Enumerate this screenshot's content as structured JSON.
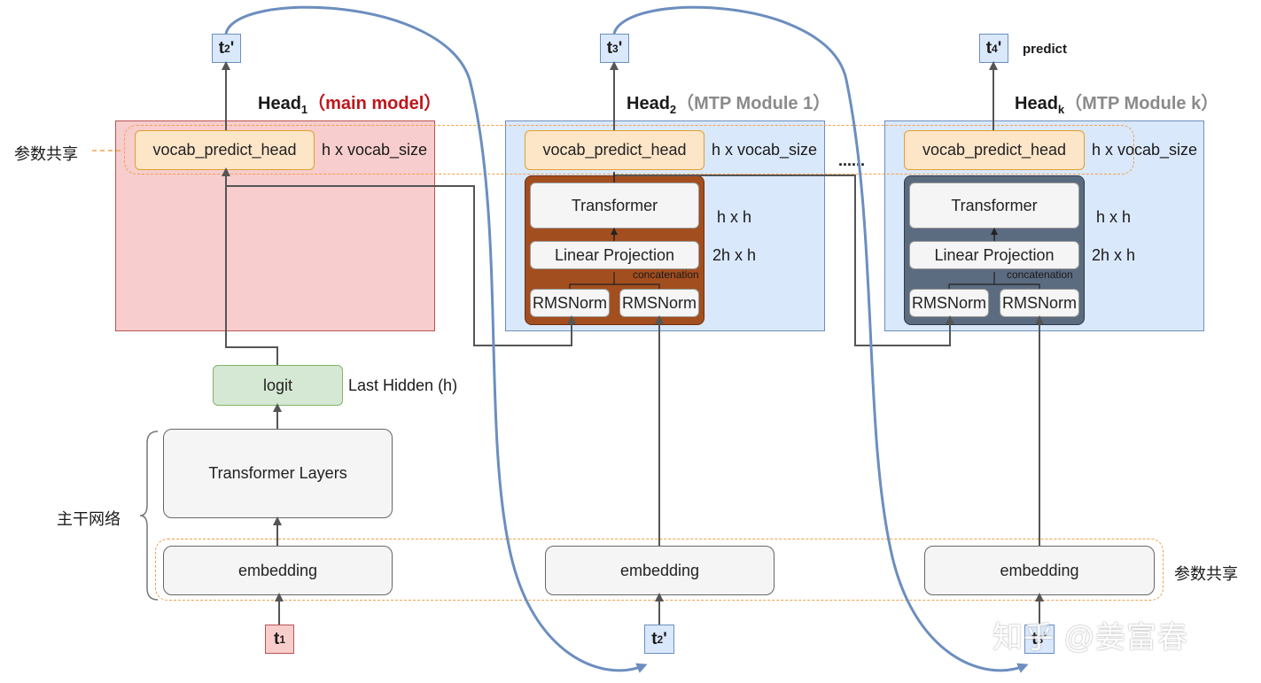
{
  "heads": [
    {
      "title": "Head",
      "sub": "1",
      "note": "（main model）"
    },
    {
      "title": "Head",
      "sub": "2",
      "note": "（MTP Module 1）"
    },
    {
      "title": "Head",
      "sub": "k",
      "note": "（MTP Module k）"
    }
  ],
  "vocab_head_label": "vocab_predict_head",
  "vocab_dim_label": "h x vocab_size",
  "param_share_label": "参数共享",
  "backbone_label": "主干网络",
  "transformer_label": "Transformer",
  "transformer_dim": "h x h",
  "linear_projection_label": "Linear Projection",
  "linear_projection_dim": "2h x h",
  "concatenation_label": "concatenation",
  "rmsnorm_label": "RMSNorm",
  "logit_label": "logit",
  "last_hidden_label": "Last Hidden (h)",
  "transformer_layers_label": "Transformer Layers",
  "embedding_label": "embedding",
  "ellipsis": "......",
  "predict_label": "predict",
  "tokens": {
    "top": [
      {
        "base": "t",
        "sub": "2",
        "prime": "'"
      },
      {
        "base": "t",
        "sub": "3",
        "prime": "'"
      },
      {
        "base": "t",
        "sub": "4",
        "prime": "'"
      }
    ],
    "bottom": [
      {
        "base": "t",
        "sub": "1",
        "prime": ""
      },
      {
        "base": "t",
        "sub": "2",
        "prime": "'"
      },
      {
        "base": "t",
        "sub": "3",
        "prime": "'"
      }
    ]
  },
  "watermark": "知乎 @姜富春",
  "colors": {
    "main_region": "#f7cdcd",
    "mtp_region": "#dae8fc",
    "mtp1_container": "#a34e1f",
    "mtpk_container": "#5b6b80",
    "curve": "#6c8ebf",
    "arrow": "#555555",
    "dashed": "#f0a04b"
  }
}
